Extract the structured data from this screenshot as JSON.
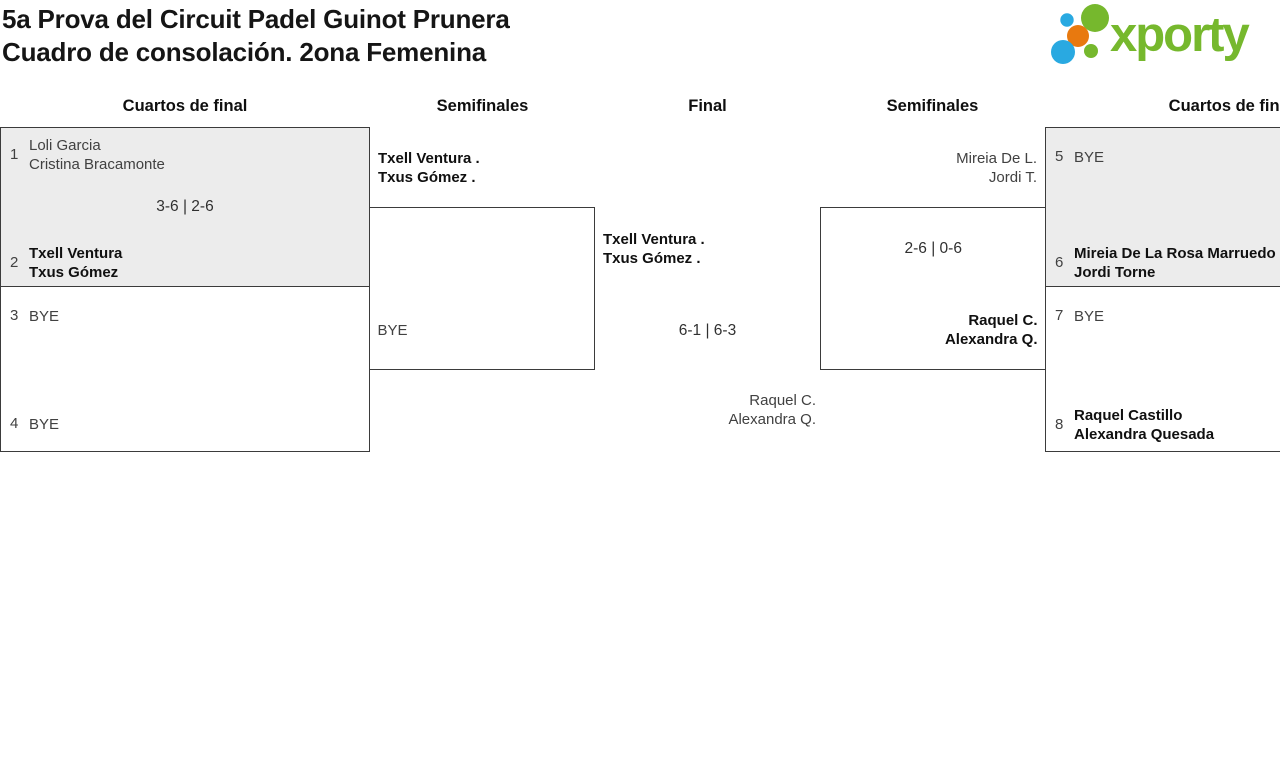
{
  "header": {
    "title_line1": "5a Prova del Circuit Padel Guinot Prunera",
    "title_line2": "Cuadro de consolación. 2ona Femenina",
    "logo_text": "xporty"
  },
  "colors": {
    "logo_green": "#76b82d",
    "logo_blue": "#29a9e1",
    "logo_orange": "#e8790f",
    "played_match_fill": "#ececec",
    "box_border": "#3b3b3b",
    "winner_text": "#101010",
    "default_text": "#414141"
  },
  "columns": {
    "c1": "Cuartos de final",
    "c2": "Semifinales",
    "c3": "Final",
    "c4": "Semifinales",
    "c5": "Cuartos de final"
  },
  "bracket": {
    "qf_left_1": {
      "seed_top": "1",
      "team_top_line1": "Loli Garcia",
      "team_top_line2": "Cristina Bracamonte",
      "score": "3-6 | 2-6",
      "seed_bottom": "2",
      "team_bottom_line1": "Txell Ventura",
      "team_bottom_line2": "Txus Gómez"
    },
    "qf_left_2": {
      "seed_top": "3",
      "team_top_line1": "BYE",
      "seed_bottom": "4",
      "team_bottom_line1": "BYE"
    },
    "sf_left": {
      "advancing_line1": "Txell Ventura .",
      "advancing_line2": "Txus Gómez .",
      "participant_bottom": "BYE"
    },
    "final": {
      "finalist_left_line1": "Txell Ventura .",
      "finalist_left_line2": "Txus Gómez .",
      "score": "6-1 | 6-3",
      "finalist_right_line1": "Raquel C.",
      "finalist_right_line2": "Alexandra Q."
    },
    "sf_right": {
      "advancing_line1": "Mireia De L.",
      "advancing_line2": "Jordi T.",
      "score": "2-6 | 0-6",
      "winner_line1": "Raquel C.",
      "winner_line2": "Alexandra Q."
    },
    "qf_right_1": {
      "seed_top": "5",
      "team_top_line1": "BYE",
      "seed_bottom": "6",
      "team_bottom_line1": "Mireia De La Rosa Marruedo",
      "team_bottom_line2": "Jordi Torne"
    },
    "qf_right_2": {
      "seed_top": "7",
      "team_top_line1": "BYE",
      "seed_bottom": "8",
      "team_bottom_line1": "Raquel Castillo",
      "team_bottom_line2": "Alexandra Quesada"
    }
  }
}
